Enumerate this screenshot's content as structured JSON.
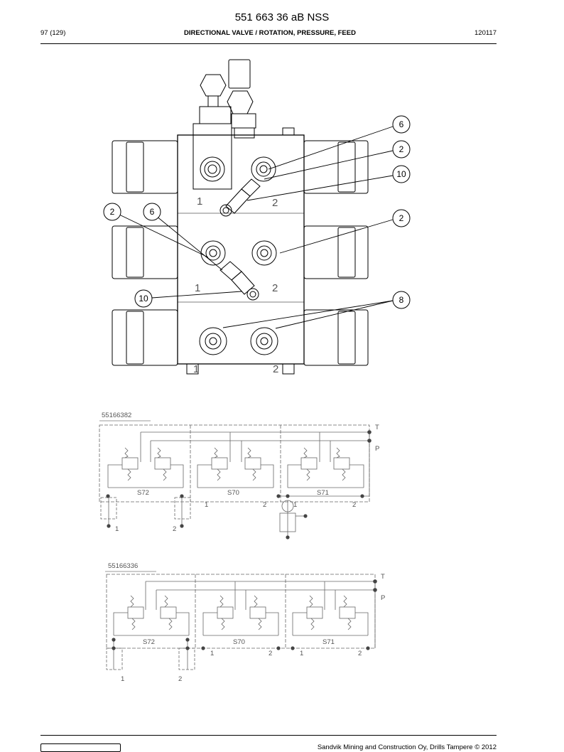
{
  "header": {
    "document_code": "551 663 36 aB NSS",
    "page": "97 (129)",
    "title": "DIRECTIONAL VALVE / ROTATION, PRESSURE, FEED",
    "date_code": "120117"
  },
  "drawing": {
    "callouts": [
      "6",
      "2",
      "10",
      "2",
      "6",
      "2",
      "10",
      "8"
    ],
    "port_marks": [
      "1",
      "2",
      "1",
      "2",
      "1",
      "2"
    ]
  },
  "schematic_1": {
    "part_number": "55166382",
    "tank_label": "T",
    "pressure_label": "P",
    "sections": [
      "S72",
      "S70",
      "S71"
    ],
    "ports": [
      "1",
      "2",
      "1",
      "2",
      "1",
      "2"
    ]
  },
  "schematic_2": {
    "part_number": "55166336",
    "tank_label": "T",
    "pressure_label": "P",
    "sections": [
      "S72",
      "S70",
      "S71"
    ],
    "ports": [
      "1",
      "2",
      "1",
      "2",
      "1",
      "2"
    ]
  },
  "footer": {
    "copyright": "Sandvik Mining and Construction Oy, Drills Tampere © 2012"
  }
}
